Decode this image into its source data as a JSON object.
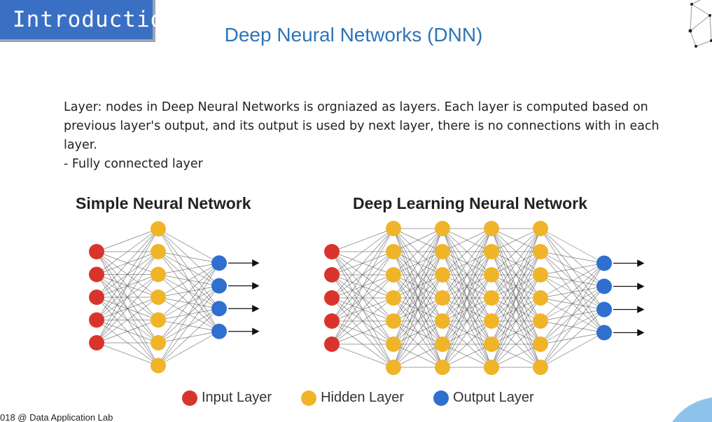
{
  "slide": {
    "section_tag": "Introduction",
    "title": "Deep Neural Networks (DNN)",
    "paragraph": "Layer: nodes in Deep Neural Networks is orgniazed as layers. Each layer is computed based on previous layer's output, and its output is used by next layer, there is no connections with in each layer.",
    "bullet": "- Fully connected layer",
    "footer": "018 @ Data Application Lab"
  },
  "diagram": {
    "simple_title": "Simple Neural Network",
    "deep_title": "Deep Learning Neural Network",
    "simple_layers": [
      5,
      7,
      4
    ],
    "deep_layers": [
      5,
      7,
      7,
      7,
      7,
      4
    ],
    "colors": {
      "input": "#d9342b",
      "hidden": "#f0b429",
      "output": "#2f6fcf",
      "edge": "#555555"
    }
  },
  "legend": {
    "input_label": "Input Layer",
    "hidden_label": "Hidden Layer",
    "output_label": "Output Layer"
  }
}
